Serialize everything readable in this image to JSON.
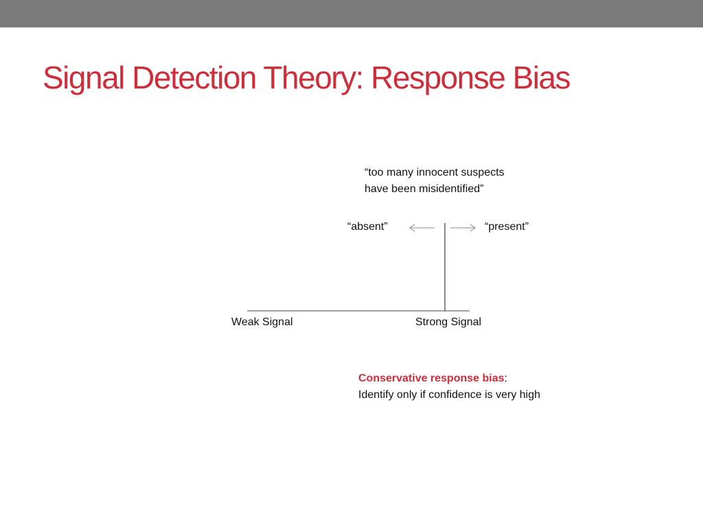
{
  "slide": {
    "title": "Signal Detection Theory: Response Bias"
  },
  "diagram": {
    "quote_line_1": "“too many innocent suspects",
    "quote_line_2": "have been misidentified”",
    "absent_label": "“absent”",
    "present_label": "“present”",
    "weak_label": "Weak Signal",
    "strong_label": "Strong Signal"
  },
  "bias": {
    "heading": "Conservative response bias",
    "heading_suffix": ":",
    "description": "Identify only if confidence is very high"
  },
  "colors": {
    "accent": "#cc2e3a",
    "top_bar": "#7a7a7a",
    "text": "#111111",
    "arrow": "#888888"
  }
}
